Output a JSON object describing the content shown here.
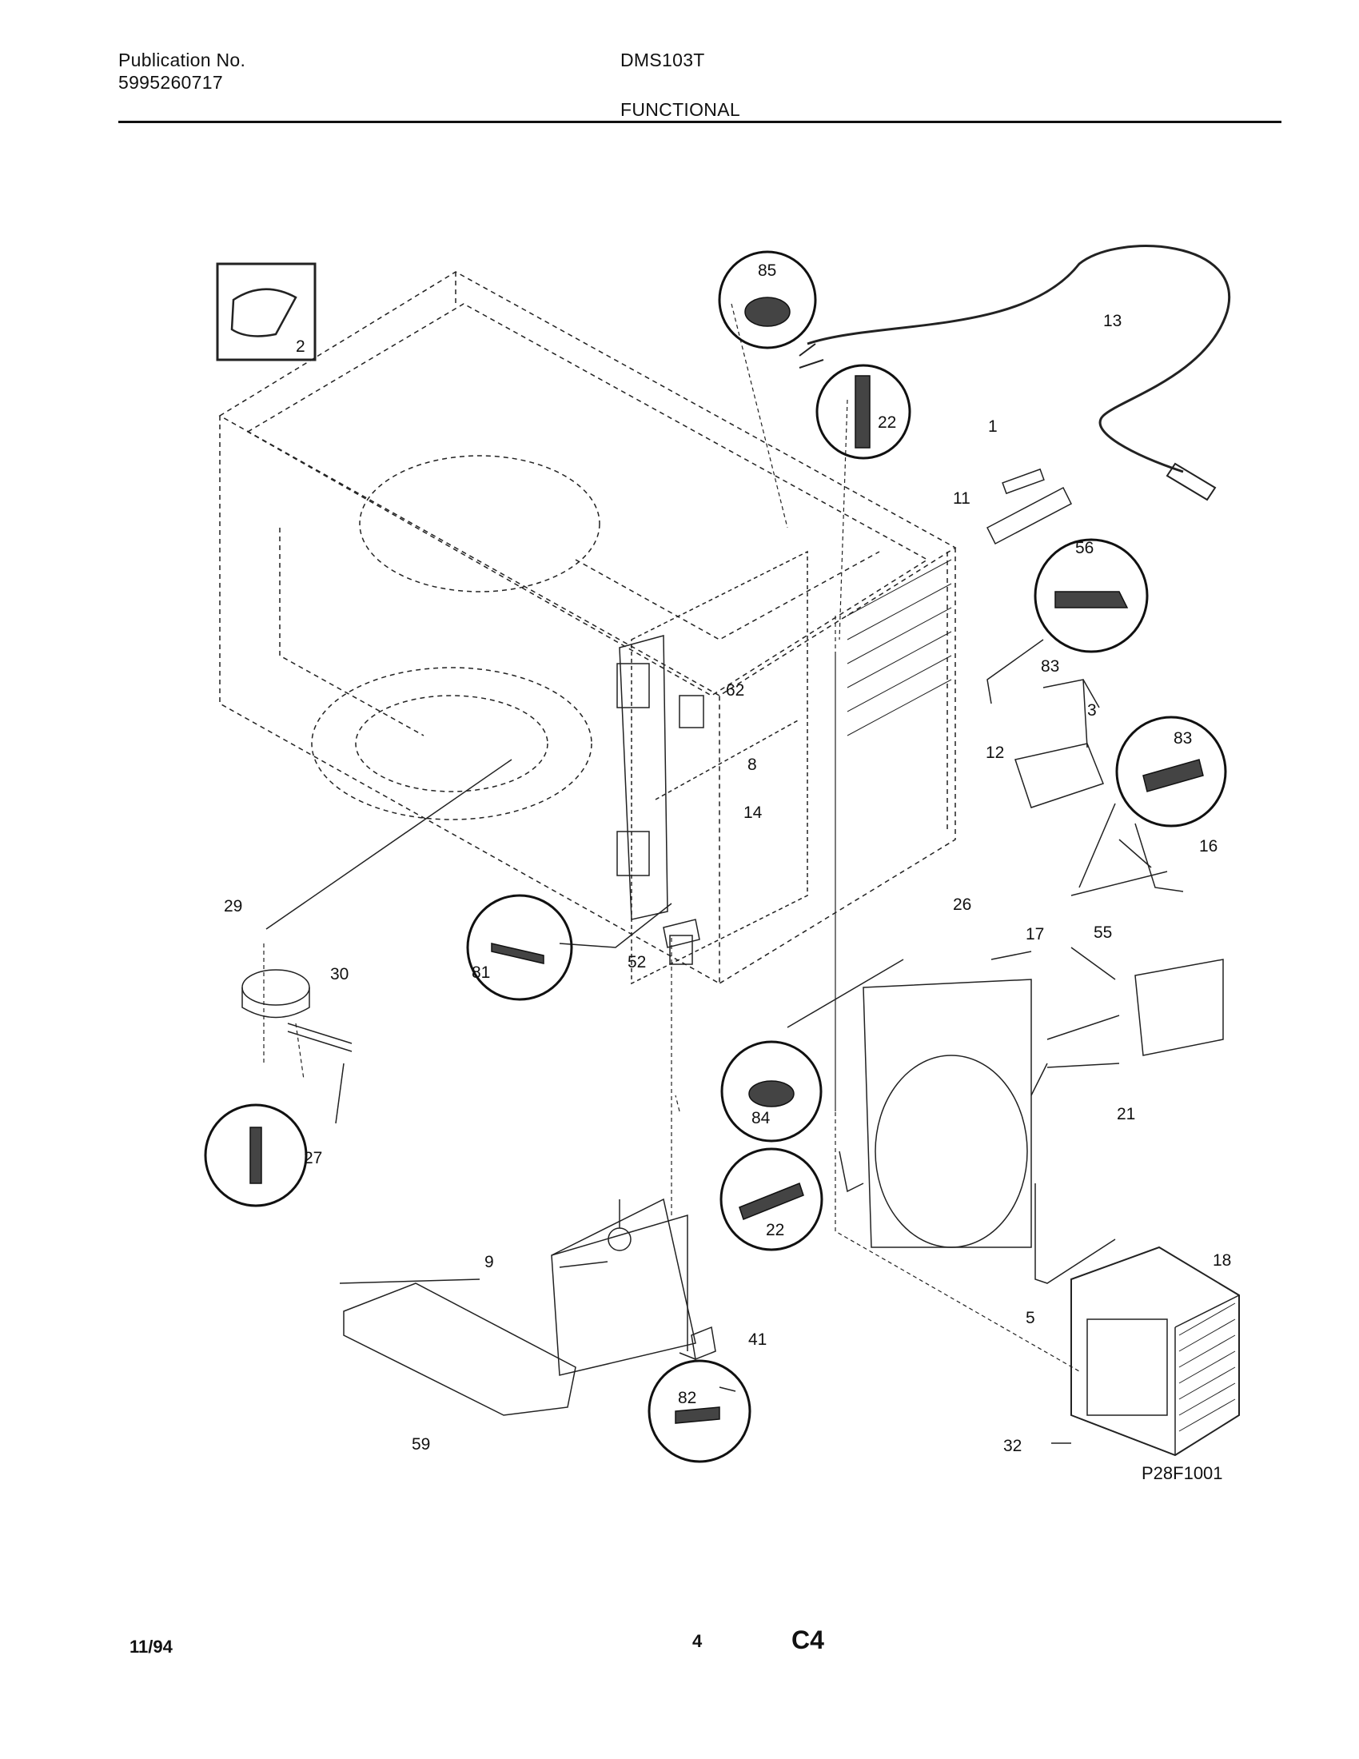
{
  "header": {
    "publication_label": "Publication No.",
    "publication_number": "5995260717",
    "model": "DMS103T",
    "section": "FUNCTIONAL"
  },
  "diagram": {
    "reference": "P28F1001",
    "callouts": {
      "c1": "1",
      "c2": "2",
      "c3": "3",
      "c5": "5",
      "c8": "8",
      "c9": "9",
      "c11": "11",
      "c12": "12",
      "c13": "13",
      "c14": "14",
      "c16": "16",
      "c17": "17",
      "c18": "18",
      "c21": "21",
      "c22a": "22",
      "c22b": "22",
      "c26": "26",
      "c27": "27",
      "c29": "29",
      "c30": "30",
      "c32": "32",
      "c41": "41",
      "c52": "52",
      "c55": "55",
      "c56": "56",
      "c59": "59",
      "c62": "62",
      "c81": "81",
      "c82": "82",
      "c83a": "83",
      "c83b": "83",
      "c84": "84",
      "c85": "85"
    }
  },
  "footer": {
    "date": "11/94",
    "page": "4",
    "code": "C4"
  }
}
